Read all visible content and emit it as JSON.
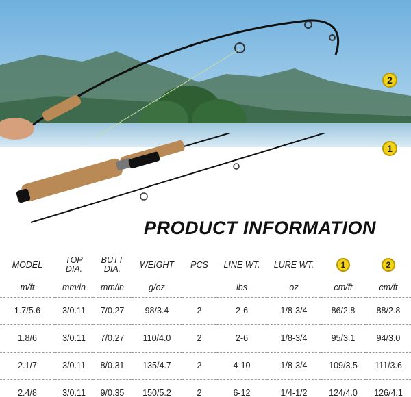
{
  "badges": {
    "rod_top": "2",
    "rod_bottom": "1"
  },
  "title": "PRODUCT INFORMATION",
  "table": {
    "headers": [
      "MODEL",
      "TOP\nDIA.",
      "BUTT\nDIA.",
      "WEIGHT",
      "PCS",
      "LINE WT.",
      "LURE WT.",
      "1",
      "2"
    ],
    "units": [
      "m/ft",
      "mm/in",
      "mm/in",
      "g/oz",
      "",
      "lbs",
      "oz",
      "cm/ft",
      "cm/ft"
    ],
    "rows": [
      [
        "1.7/5.6",
        "3/0.11",
        "7/0.27",
        "98/3.4",
        "2",
        "2-6",
        "1/8-3/4",
        "86/2.8",
        "88/2.8"
      ],
      [
        "1.8/6",
        "3/0.11",
        "7/0.27",
        "110/4.0",
        "2",
        "2-6",
        "1/8-3/4",
        "95/3.1",
        "94/3.0"
      ],
      [
        "2.1/7",
        "3/0.11",
        "8/0.31",
        "135/4.7",
        "2",
        "4-10",
        "1/8-3/4",
        "109/3.5",
        "111/3.6"
      ],
      [
        "2.4/8",
        "3/0.11",
        "9/0.35",
        "150/5.2",
        "2",
        "6-12",
        "1/4-1/2",
        "124/4.0",
        "126/4.1"
      ]
    ]
  },
  "colors": {
    "sky": "#7fb6dd",
    "mountain": "#3e6a4e",
    "cork": "#b98a55",
    "badge": "#f2d21b",
    "rod": "#1a1a1a"
  }
}
